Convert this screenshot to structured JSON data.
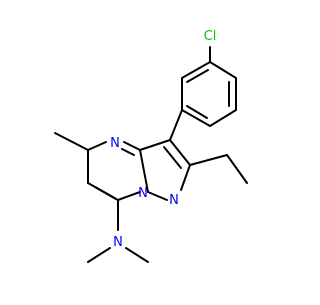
{
  "molecule": {
    "atom_labels": {
      "chlorine": "Cl",
      "ring_nitrogen": "N",
      "bridgehead_nitrogen": "N",
      "pyrazole_nitrogen": "N",
      "amine_nitrogen": "N"
    },
    "colors": {
      "bond": "#000000",
      "nitrogen": "#0000ff",
      "chlorine": "#00cc00",
      "background": "#ffffff"
    }
  }
}
